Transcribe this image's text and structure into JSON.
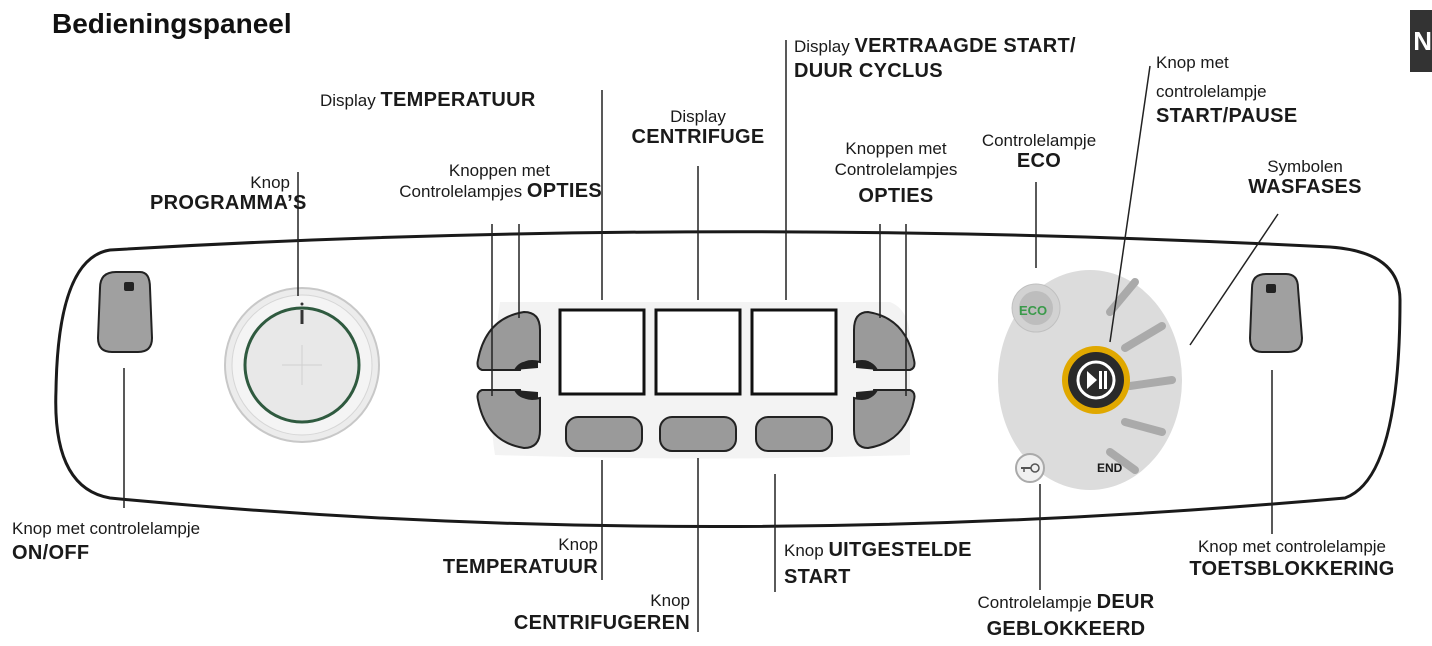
{
  "title": "Bedieningspaneel",
  "corner_tab": "N",
  "labels": {
    "programmas": {
      "line1": "Knop",
      "line2": "PROGRAMMA’S"
    },
    "temp_display": {
      "prefix": "Display",
      "bold": "TEMPERATUUR"
    },
    "options_left": {
      "line1": "Knoppen  met",
      "line2": "Controlelampjes",
      "bold": "OPTIES"
    },
    "spin_display": {
      "line1": "Display",
      "line2": "CENTRIFUGE"
    },
    "delay_display": {
      "prefix": "Display",
      "bold1": "VERTRAAGDE START/",
      "bold2": "DUUR CYCLUS"
    },
    "options_right": {
      "line1": "Knoppen  met",
      "line2": "Controlelampjes",
      "bold": "OPTIES"
    },
    "eco": {
      "line1": "Controlelampje",
      "line2": "ECO"
    },
    "startpause": {
      "line1": "Knop met",
      "line2": "controlelampje",
      "line3": "START/PAUSE"
    },
    "wasfases": {
      "line1": "Symbolen",
      "line2": "WASFASES"
    },
    "onoff": {
      "line1": "Knop met controlelampje",
      "line2": "ON/OFF"
    },
    "temp_button": {
      "line1": "Knop",
      "line2": "TEMPERATUUR"
    },
    "spin_button": {
      "line1": "Knop",
      "line2": "CENTRIFUGEREN"
    },
    "delay_button": {
      "prefix": "Knop",
      "bold1": "UITGESTELDE",
      "bold2": "START"
    },
    "door": {
      "prefix": "Controlelampje",
      "bold1": "DEUR",
      "bold2": "GEBLOKKEERD"
    },
    "keylock": {
      "line1": "Knop met controlelampje",
      "line2": "TOETSBLOKKERING"
    }
  },
  "panel": {
    "eco_badge": "ECO",
    "end_label": "END"
  },
  "colors": {
    "panel_outline": "#1a1a1a",
    "button_fill": "#9a9a9a",
    "display_frame": "#111111",
    "start_ring": "#e0a800",
    "eco_green": "#3a9a4a",
    "zone_fill": "#e6e6e6"
  }
}
